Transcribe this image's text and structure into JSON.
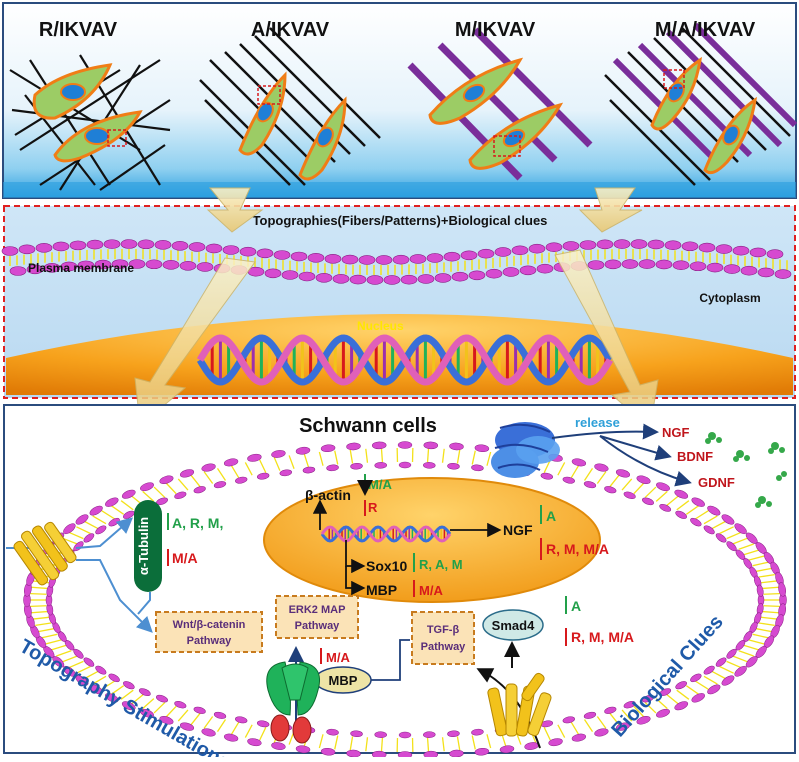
{
  "panel_top": {
    "substrates": [
      {
        "label": "R/IKVAV"
      },
      {
        "label": "A/IKVAV"
      },
      {
        "label": "M/IKVAV"
      },
      {
        "label": "M/A/IKVAV"
      }
    ]
  },
  "panel_middle": {
    "title": "Topographies(Fibers/Patterns)+Biological clues",
    "membrane_label": "Plasma membrane",
    "cytoplasm_label": "Cytoplasm",
    "nucleus_label": "Nucleus"
  },
  "panel_bottom": {
    "title": "Schwann cells",
    "release_label": "release",
    "factors": [
      "NGF",
      "BDNF",
      "GDNF"
    ],
    "beta_actin": {
      "label": "β-actin",
      "down": "M/A",
      "up": "R"
    },
    "tubulin": {
      "label": "α-Tubulin",
      "down": "A, R, M,",
      "up": "M/A"
    },
    "ngf": {
      "label": "NGF",
      "down": "A",
      "up": "R, M, M/A"
    },
    "sox10": {
      "label": "Sox10",
      "down": "R, A, M"
    },
    "mbp": {
      "label": "MBP",
      "up": "M/A"
    },
    "wnt_box": {
      "line1": "Wnt/β-catenin",
      "line2": "Pathway"
    },
    "erk_box": {
      "line1": "ERK2 MAP",
      "line2": "Pathway"
    },
    "tgf_box": {
      "line1": "TGF-β",
      "line2": "Pathway"
    },
    "smad4": {
      "label": "Smad4",
      "down": "A",
      "up": "R, M, M/A"
    },
    "mbp_oval": {
      "label": "MBP",
      "up": "M/A"
    },
    "left_caption": "Topography Stimulations",
    "right_caption": "Biological Clues"
  },
  "colors": {
    "green": "#22a04a",
    "red": "#d7191c",
    "navy": "#1f3f7a",
    "orange_box": "#c87b1e",
    "box_fill": "#fbe3b7",
    "purple": "#7a2e9a",
    "membrane_pink": "#d64ad0"
  }
}
